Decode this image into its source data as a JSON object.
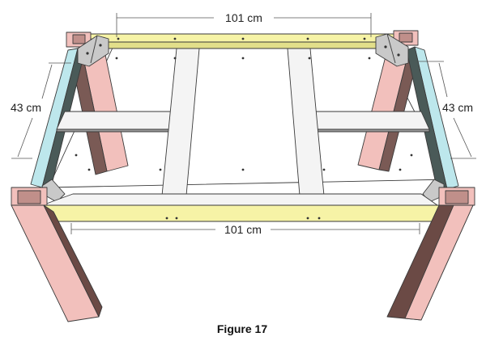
{
  "figure": {
    "caption": "Figure 17",
    "dimensions": {
      "top_length": "101 cm",
      "bottom_length": "101 cm",
      "left_width": "43 cm",
      "right_width": "43 cm"
    }
  },
  "colors": {
    "leg": "#f2c0bc",
    "leg_dark": "#6b4a45",
    "apron_long": "#f6f3a6",
    "apron_side": "#bde7ec",
    "slat": "#f4f4f4",
    "bracket": "#c9c9c9"
  }
}
